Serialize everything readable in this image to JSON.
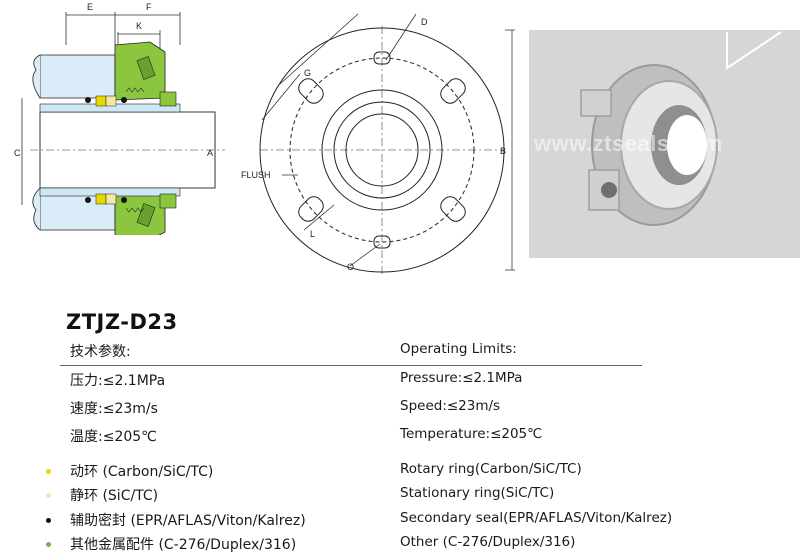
{
  "drawing": {
    "section_labels": {
      "E": "E",
      "F": "F",
      "K": "K",
      "C": "C",
      "A": "A"
    },
    "front_labels": {
      "D": "D",
      "G": "G",
      "B": "B",
      "L": "L",
      "O": "O",
      "flush": "FLUSH"
    }
  },
  "photo": {
    "watermark": "www.ztseals.com"
  },
  "product": {
    "model": "ZTJZ-D23",
    "params_cn": "技术参数:",
    "params_en": "Operating Limits:"
  },
  "limits": [
    {
      "cn": "压力:≤2.1MPa",
      "en": "Pressure:≤2.1MPa"
    },
    {
      "cn": "速度:≤23m/s",
      "en": "Speed:≤23m/s"
    },
    {
      "cn": "温度:≤205℃",
      "en": "Temperature:≤205℃"
    }
  ],
  "materials": [
    {
      "cn": "动环 (Carbon/SiC/TC)",
      "en": "Rotary ring(Carbon/SiC/TC)",
      "color": "#e8d800"
    },
    {
      "cn": "静环 (SiC/TC)",
      "en": "Stationary ring(SiC/TC)",
      "color": "#f2e8a8"
    },
    {
      "cn": "辅助密封 (EPR/AFLAS/Viton/Kalrez)",
      "en": "Secondary seal(EPR/AFLAS/Viton/Kalrez)",
      "color": "#111111"
    },
    {
      "cn": "其他金属配件 (C-276/Duplex/316)",
      "en": "Other (C-276/Duplex/316)",
      "color": "#6ab84a"
    }
  ]
}
